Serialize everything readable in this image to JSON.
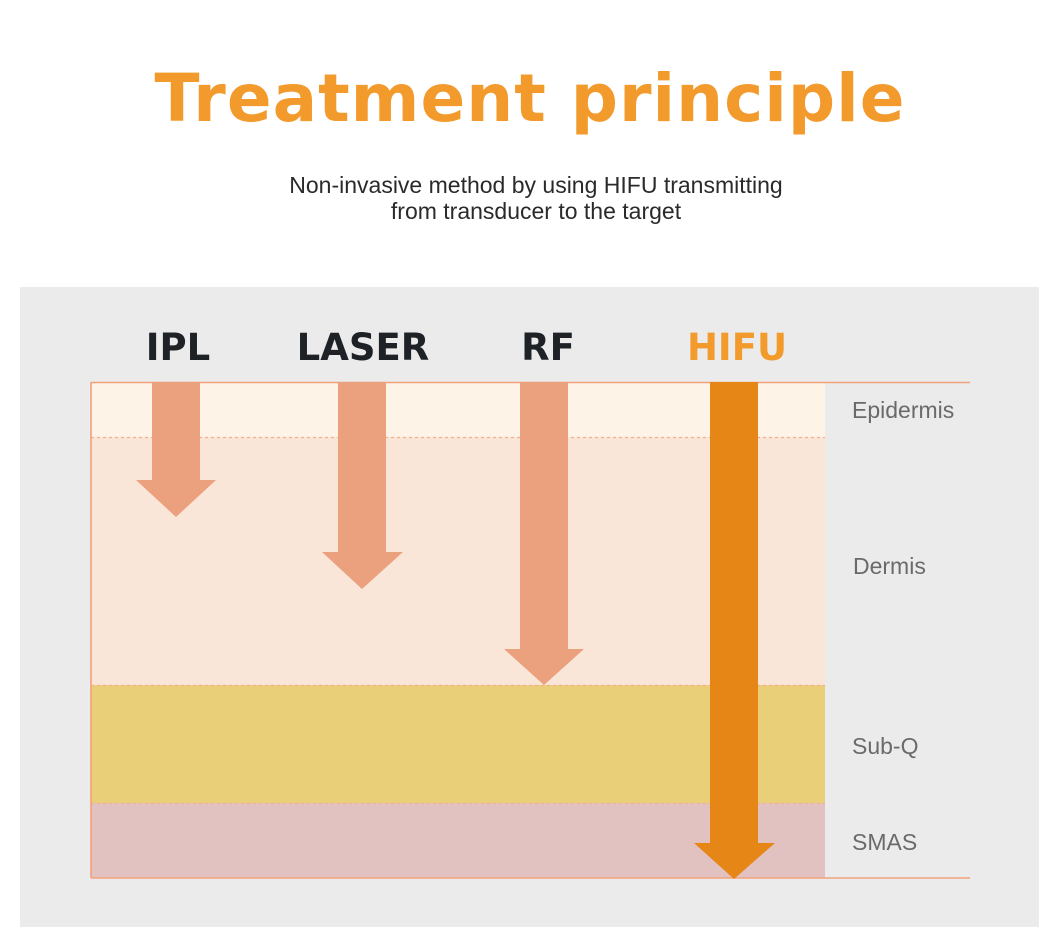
{
  "title": "Treatment principle",
  "subtitle": {
    "line1": "Non-invasive method by using HIFU transmitting",
    "line2": "from transducer to the target"
  },
  "technologies": [
    {
      "label": "IPL",
      "depth_layer": "Dermis (upper)"
    },
    {
      "label": "LASER",
      "depth_layer": "Dermis (mid)"
    },
    {
      "label": "RF",
      "depth_layer": "Dermis (deep)"
    },
    {
      "label": "HIFU",
      "depth_layer": "SMAS"
    }
  ],
  "layers": [
    {
      "label": "Epidermis"
    },
    {
      "label": "Dermis"
    },
    {
      "label": "Sub-Q"
    },
    {
      "label": "SMAS"
    }
  ],
  "colors": {
    "title": "#f39a2c",
    "hifu_label": "#f39a2c",
    "tech_label": "#1e2125",
    "arrow": "#eba17e",
    "hifu_arrow": "#e68616",
    "epidermis": "#fdf3e7",
    "dermis": "#f9e6d8",
    "subq": "#e9cf78",
    "smas": "#e2c2c0",
    "border": "#f1a27a",
    "panel": "#ebebeb"
  }
}
